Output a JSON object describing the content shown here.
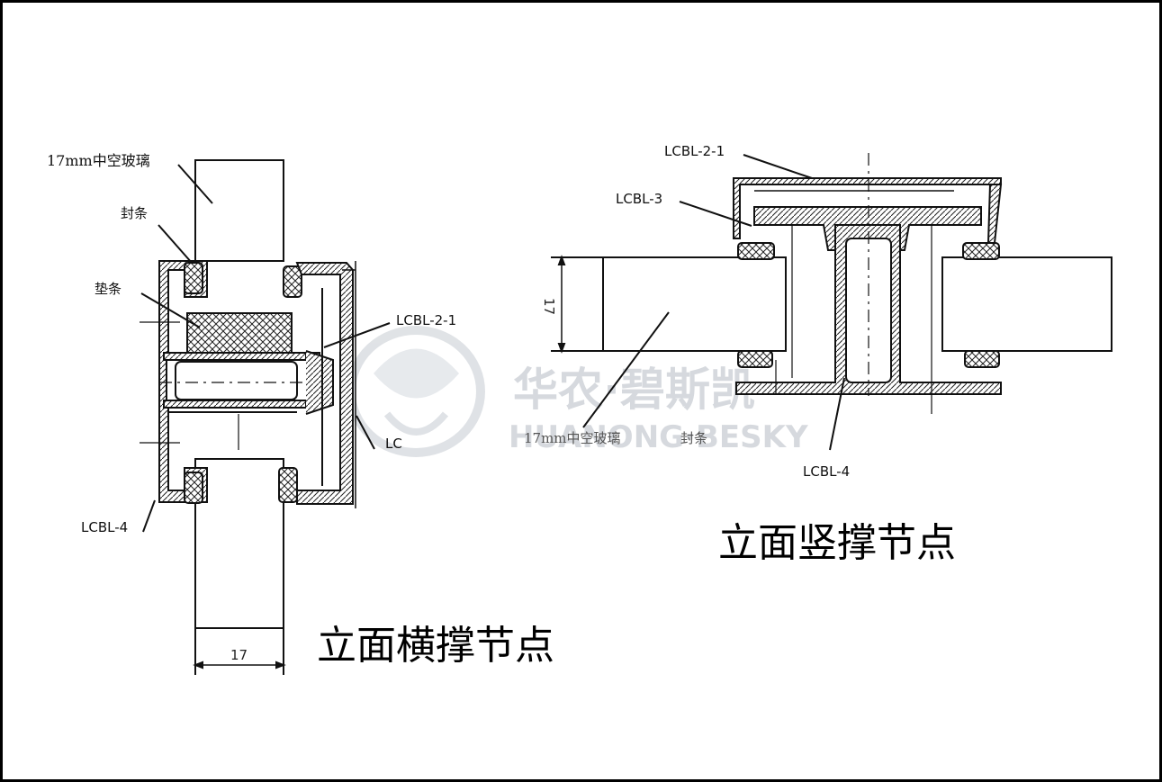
{
  "left_detail": {
    "labels": {
      "glass": "17mm中空玻璃",
      "seal": "封条",
      "pad": "垫条",
      "lcbl_2_1": "LCBL-2-1",
      "lcbl_4": "LCBL-4",
      "partial": "LC"
    },
    "dimension": "17",
    "title": "立面横撑节点"
  },
  "right_detail": {
    "labels": {
      "lcbl_2_1": "LCBL-2-1",
      "lcbl_3": "LCBL-3",
      "lcbl_4": "LCBL-4",
      "glass_faded": "17mm中空玻璃",
      "seal_faded": "封条"
    },
    "dimension": "17",
    "title": "立面竖撑节点"
  },
  "watermark": {
    "chinese": "华农·碧斯凯",
    "english": "HUANONG·BESKY"
  }
}
